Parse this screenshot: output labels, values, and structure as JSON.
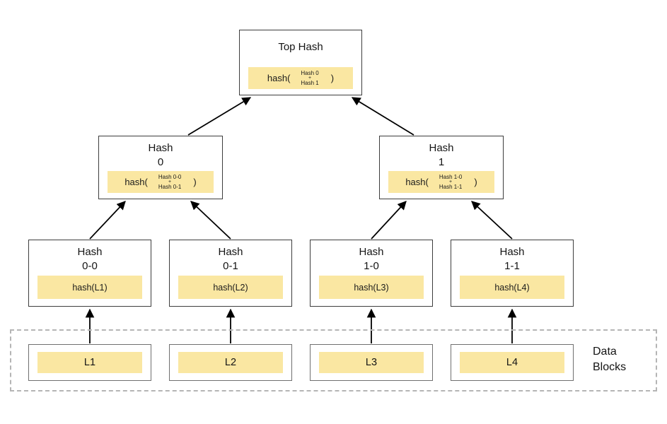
{
  "colors": {
    "block_fill": "#fae7a2",
    "box_border": "#3d3d3d",
    "leaf_box_border": "#6f6f6f",
    "dashed_border": "#b5b5b5",
    "arrow": "#000000"
  },
  "tree": {
    "top": {
      "title": "Top Hash",
      "f_prefix": "hash(",
      "f_arg1": "Hash 0",
      "f_plus": "+",
      "f_arg2": "Hash 1",
      "f_suffix": ")"
    },
    "hash0": {
      "title1": "Hash",
      "title2": "0",
      "f_prefix": "hash(",
      "f_arg1": "Hash 0-0",
      "f_plus": "+",
      "f_arg2": "Hash 0-1",
      "f_suffix": ")"
    },
    "hash1": {
      "title1": "Hash",
      "title2": "1",
      "f_prefix": "hash(",
      "f_arg1": "Hash 1-0",
      "f_plus": "+",
      "f_arg2": "Hash 1-1",
      "f_suffix": ")"
    },
    "hash00": {
      "title1": "Hash",
      "title2": "0-0",
      "formula": "hash(L1)"
    },
    "hash01": {
      "title1": "Hash",
      "title2": "0-1",
      "formula": "hash(L2)"
    },
    "hash10": {
      "title1": "Hash",
      "title2": "1-0",
      "formula": "hash(L3)"
    },
    "hash11": {
      "title1": "Hash",
      "title2": "1-1",
      "formula": "hash(L4)"
    }
  },
  "data_blocks": {
    "label": "Data Blocks",
    "items": [
      "L1",
      "L2",
      "L3",
      "L4"
    ]
  }
}
